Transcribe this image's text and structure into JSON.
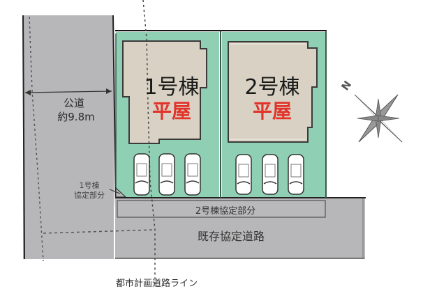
{
  "public_road": {
    "label": "公道",
    "width": "約9.8m"
  },
  "buildings": [
    {
      "name": "1号棟",
      "type": "平屋"
    },
    {
      "name": "2号棟",
      "type": "平屋"
    }
  ],
  "parking": {
    "lot1_spaces": 3,
    "lot2_spaces": 3
  },
  "labels": {
    "lot1_agreement_line1": "1号棟",
    "lot1_agreement_line2": "協定部分",
    "lot2_agreement": "2号棟協定部分",
    "existing_road": "既存協定道路",
    "city_plan_line": "都市計画道路ライン"
  },
  "compass": {
    "north_label": "N"
  },
  "colors": {
    "road": "#b7b7b9",
    "lot": "#8fcfb4",
    "building": "#d9d2c4",
    "accent_red": "#e2332a",
    "outline": "#222222"
  }
}
